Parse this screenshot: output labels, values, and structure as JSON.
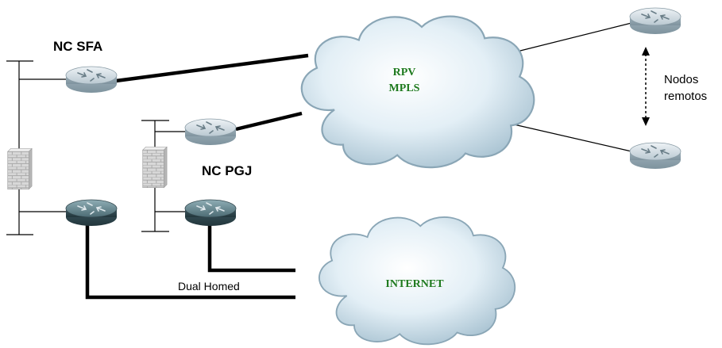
{
  "sites": {
    "sfa_label": "NC SFA",
    "pgj_label": "NC PGJ"
  },
  "clouds": {
    "rpv_line1": "RPV",
    "rpv_line2": "MPLS",
    "internet": "INTERNET"
  },
  "remote": {
    "line1": "Nodos",
    "line2": "remotos"
  },
  "links": {
    "dual_homed": "Dual Homed"
  },
  "colors": {
    "cloud_text": "#1e7a1e",
    "router_light": "#c8d4dc",
    "router_dark": "#4f7078",
    "firewall": "#d2d2d2",
    "cloud_fill": "#d9e9f2"
  },
  "icons": {
    "router": "router-icon",
    "firewall": "firewall-icon",
    "cloud": "cloud-icon",
    "arrow": "double-arrow-icon"
  }
}
